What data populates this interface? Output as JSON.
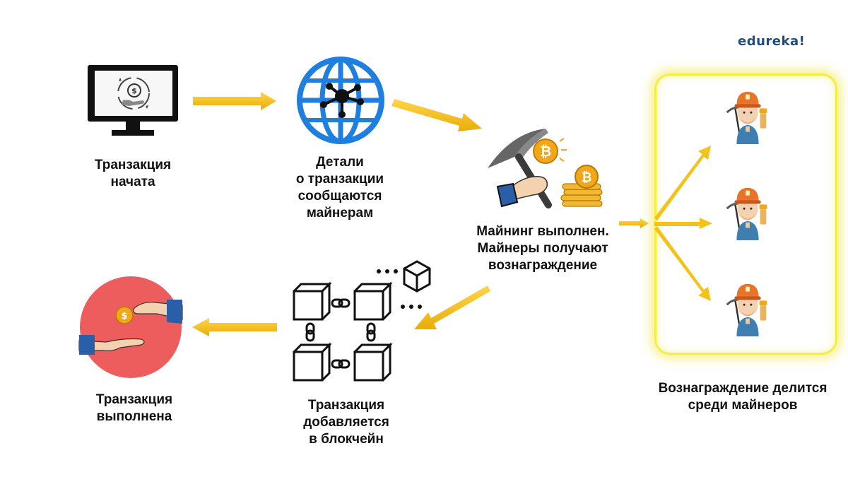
{
  "brand": {
    "logo_text": "edureka!"
  },
  "steps": [
    {
      "id": "start",
      "lines": [
        "Транзакция",
        "начата"
      ]
    },
    {
      "id": "broadcast",
      "lines": [
        "Детали",
        "о транзакции",
        "сообщаются",
        "майнерам"
      ]
    },
    {
      "id": "mining",
      "lines": [
        "Майнинг выполнен.",
        "Майнеры получают",
        "вознаграждение"
      ]
    },
    {
      "id": "reward",
      "lines": [
        "Вознаграждение делится",
        "среди майнеров"
      ]
    },
    {
      "id": "blockchain",
      "lines": [
        "Транзакция",
        "добавляется",
        "в блокчейн"
      ]
    },
    {
      "id": "done",
      "lines": [
        "Транзакция",
        "выполнена"
      ]
    }
  ],
  "colors": {
    "arrow": "#f5c21a",
    "arrow_dark": "#d9a300",
    "globe": "#1f7fe0",
    "highlight": "#f4ee3c",
    "hands_circle": "#ee5d5d",
    "miner_helmet": "#e8732a",
    "miner_shirt": "#3f7fb0",
    "coin": "#f2a619",
    "brand": "#1f4e79"
  },
  "icons": [
    "monitor-payment-icon",
    "globe-network-icon",
    "pickaxe-bitcoin-icon",
    "miner-icon",
    "blockchain-icon",
    "hands-coin-icon"
  ]
}
